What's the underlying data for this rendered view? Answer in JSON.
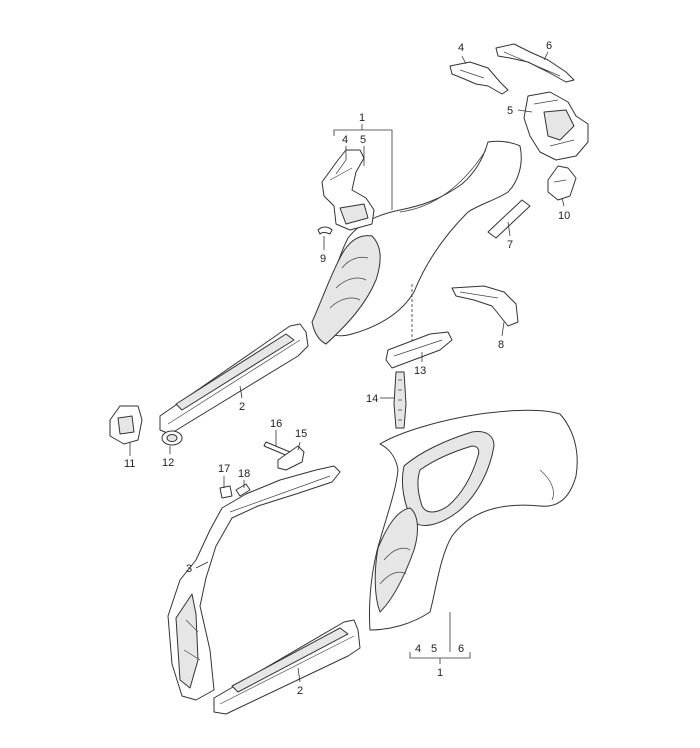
{
  "callouts": [
    {
      "id": "c-1-top",
      "text": "1"
    },
    {
      "id": "c-4-group",
      "text": "4"
    },
    {
      "id": "c-5-group",
      "text": "5"
    },
    {
      "id": "c-4",
      "text": "4"
    },
    {
      "id": "c-6",
      "text": "6"
    },
    {
      "id": "c-5",
      "text": "5"
    },
    {
      "id": "c-10",
      "text": "10"
    },
    {
      "id": "c-7",
      "text": "7"
    },
    {
      "id": "c-9",
      "text": "9"
    },
    {
      "id": "c-8",
      "text": "8"
    },
    {
      "id": "c-13",
      "text": "13"
    },
    {
      "id": "c-14",
      "text": "14"
    },
    {
      "id": "c-2-top",
      "text": "2"
    },
    {
      "id": "c-11",
      "text": "11"
    },
    {
      "id": "c-12",
      "text": "12"
    },
    {
      "id": "c-16",
      "text": "16"
    },
    {
      "id": "c-15",
      "text": "15"
    },
    {
      "id": "c-17",
      "text": "17"
    },
    {
      "id": "c-18",
      "text": "18"
    },
    {
      "id": "c-3",
      "text": "3"
    },
    {
      "id": "c-2-bottom",
      "text": "2"
    },
    {
      "id": "c-4-bottom",
      "text": "4"
    },
    {
      "id": "c-5-bottom",
      "text": "5"
    },
    {
      "id": "c-6-bottom",
      "text": "6"
    },
    {
      "id": "c-1-bottom",
      "text": "1"
    }
  ]
}
